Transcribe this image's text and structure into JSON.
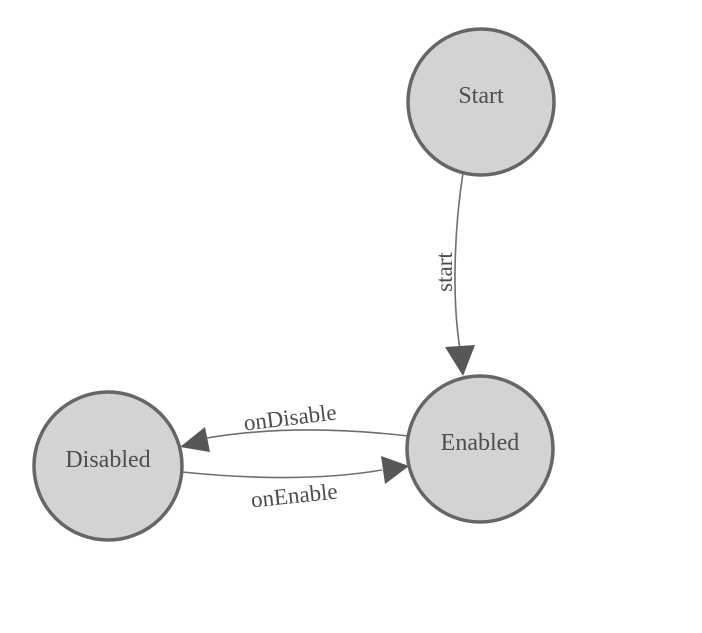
{
  "diagram": {
    "background": "#ffffff",
    "colors": {
      "node_fill": "#d3d3d3",
      "node_stroke": "#666666",
      "edge_stroke": "#6e6e6e",
      "arrow_fill": "#575757",
      "label_text": "#4d4d4d"
    },
    "nodes": [
      {
        "id": "start",
        "label": "Start"
      },
      {
        "id": "enabled",
        "label": "Enabled"
      },
      {
        "id": "disabled",
        "label": "Disabled"
      }
    ],
    "edges": [
      {
        "id": "start-transition",
        "label": "start",
        "from": "start",
        "to": "enabled"
      },
      {
        "id": "ondisable-transition",
        "label": "onDisable",
        "from": "enabled",
        "to": "disabled"
      },
      {
        "id": "onenable-transition",
        "label": "onEnable",
        "from": "disabled",
        "to": "enabled"
      }
    ]
  }
}
